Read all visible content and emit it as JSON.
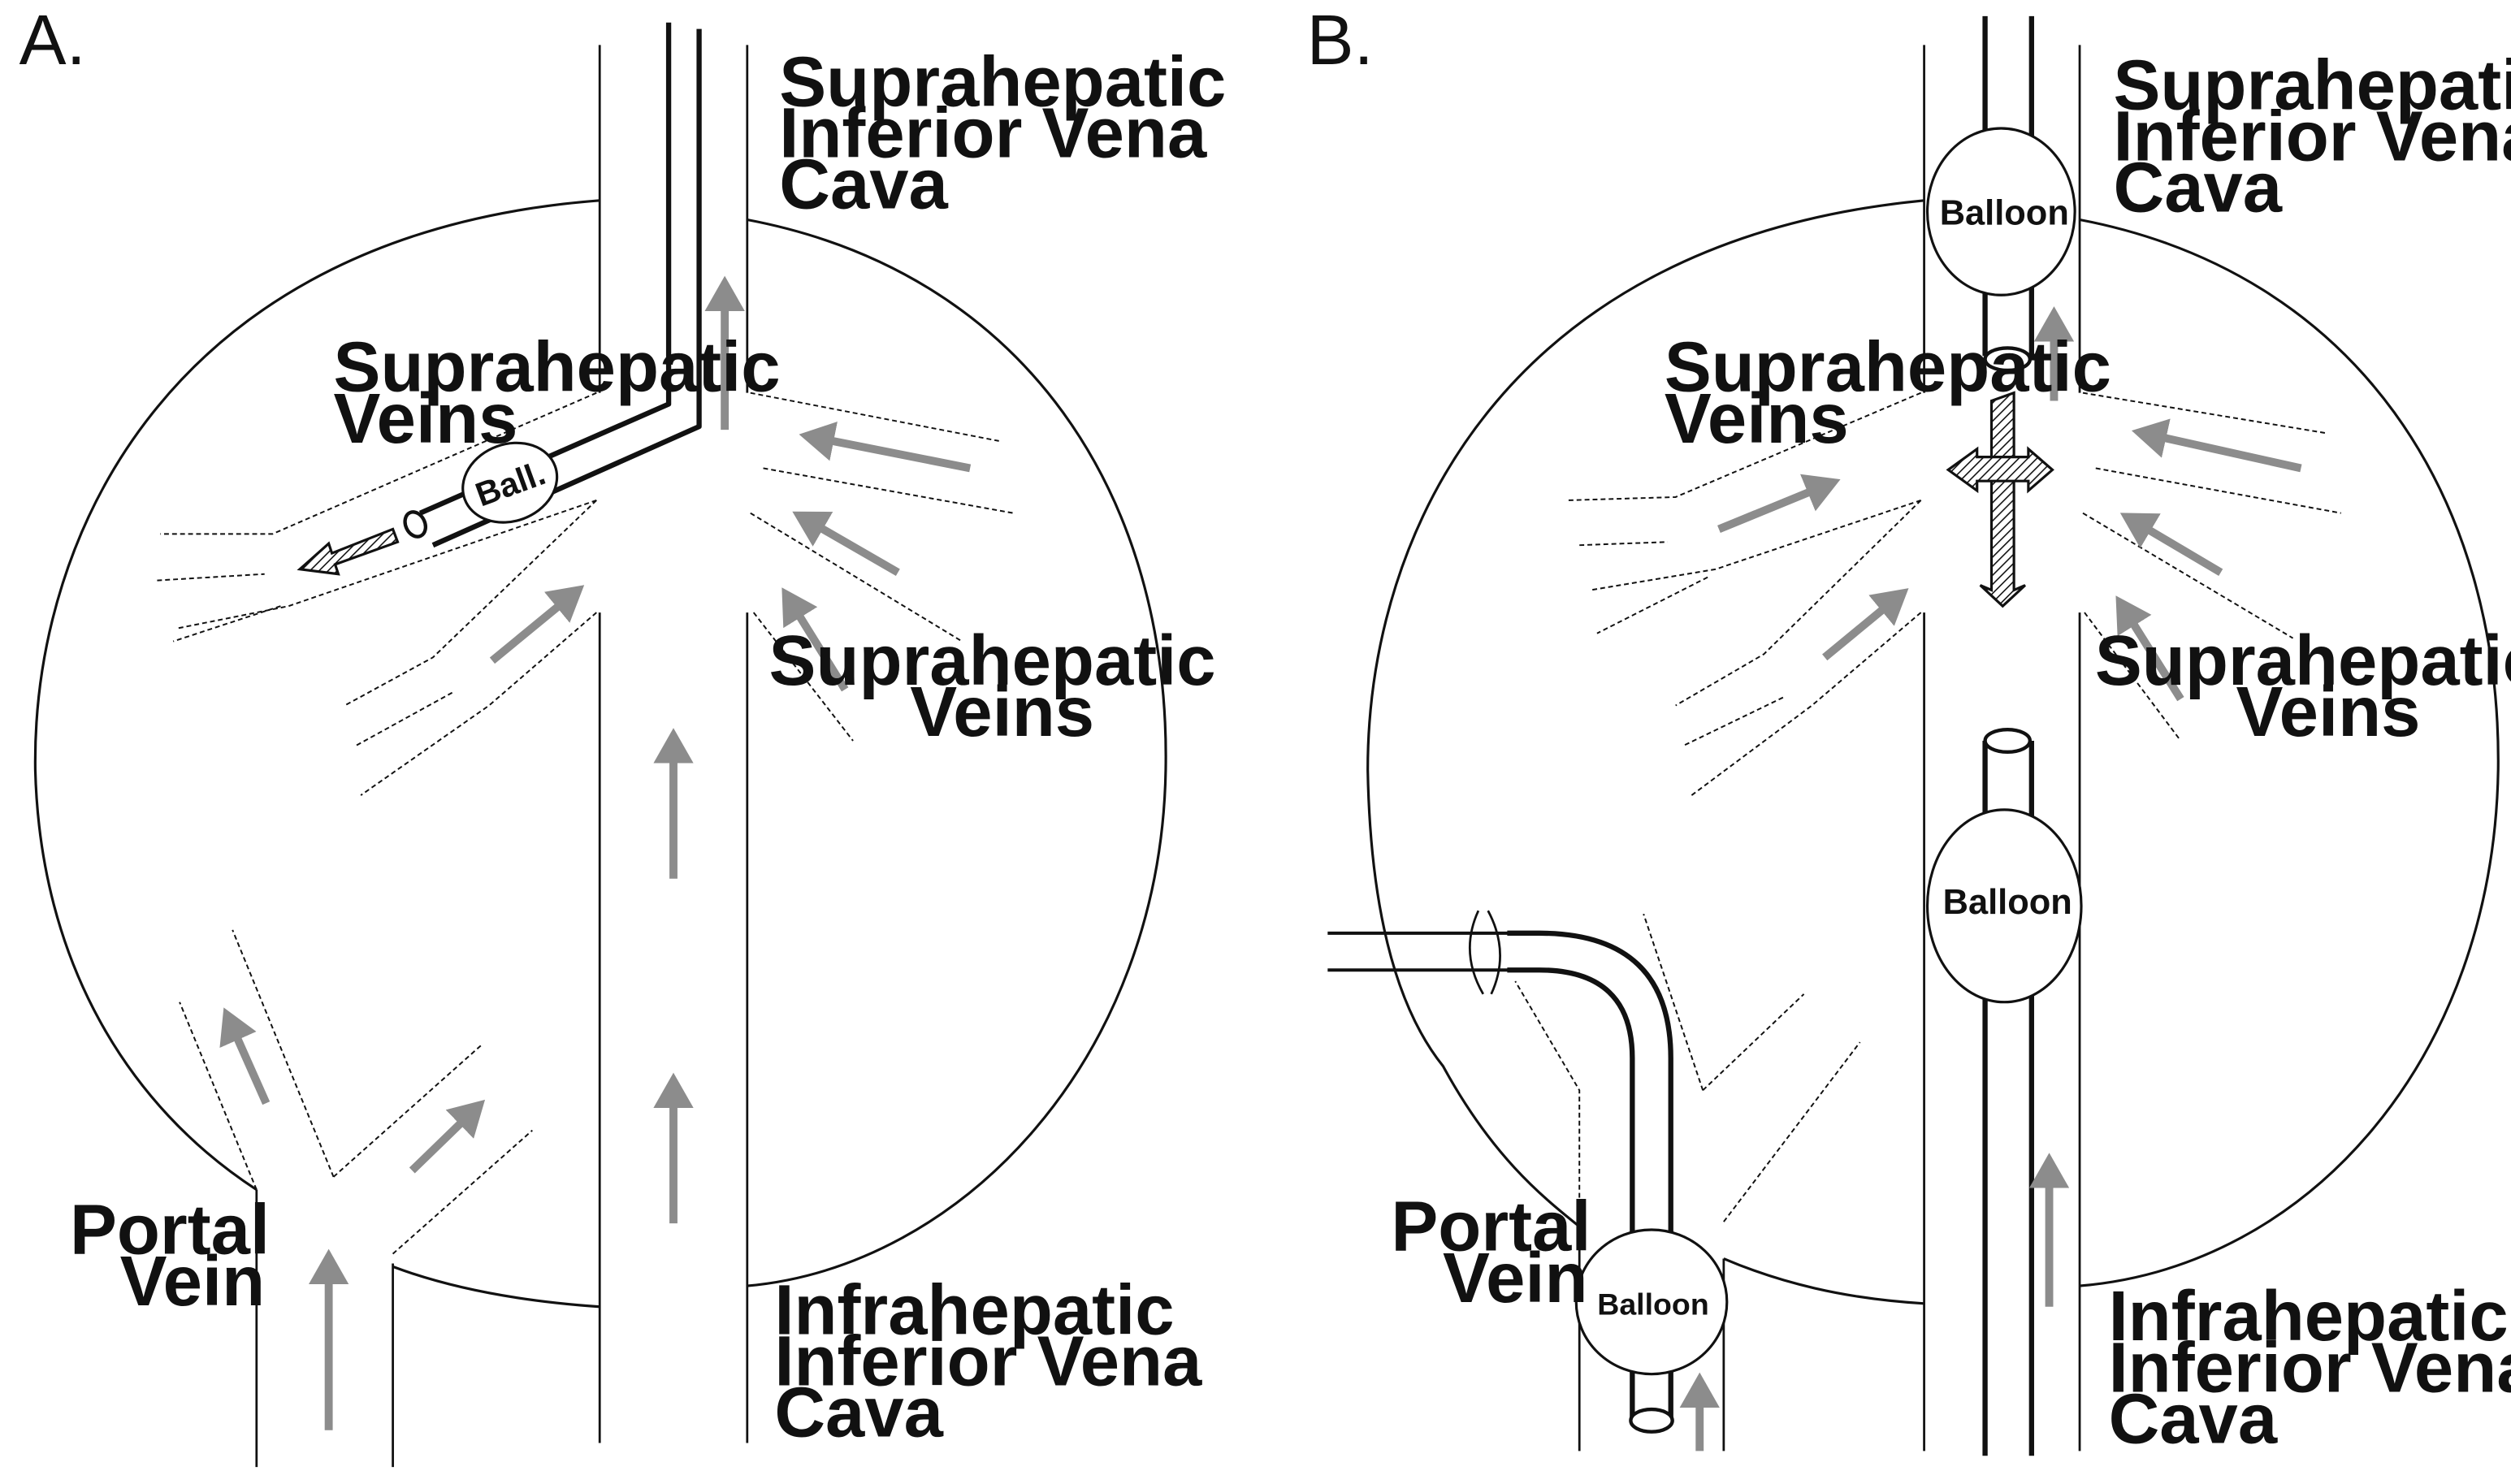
{
  "panel_a": {
    "letter": "A.",
    "suprahepatic_ivc": [
      "Suprahepatic",
      "Inferior Vena",
      "Cava"
    ],
    "suprahepatic_veins_left": [
      "Suprahepatic",
      "Veins"
    ],
    "suprahepatic_veins_right": [
      "Suprahepatic",
      "Veins"
    ],
    "portal_vein": [
      "Portal",
      "Vein"
    ],
    "infrahepatic_ivc": [
      "Infrahepatic",
      "Inferior Vena",
      "Cava"
    ],
    "balloon": "Ball."
  },
  "panel_b": {
    "letter": "B.",
    "suprahepatic_ivc": [
      "Suprahepatic",
      "Inferior Vena",
      "Cava"
    ],
    "suprahepatic_veins_left": [
      "Suprahepatic",
      "Veins"
    ],
    "suprahepatic_veins_right": [
      "Suprahepatic",
      "Veins"
    ],
    "portal_vein": [
      "Portal",
      "Vein"
    ],
    "infrahepatic_ivc": [
      "Infrahepatic",
      "Inferior Vena",
      "Cava"
    ],
    "balloon_top": "Balloon",
    "balloon_middle": "Balloon",
    "balloon_portal": "Balloon"
  },
  "colors": {
    "line": "#111111",
    "flow_arrow": "#8c8c8c",
    "background": "#ffffff"
  }
}
